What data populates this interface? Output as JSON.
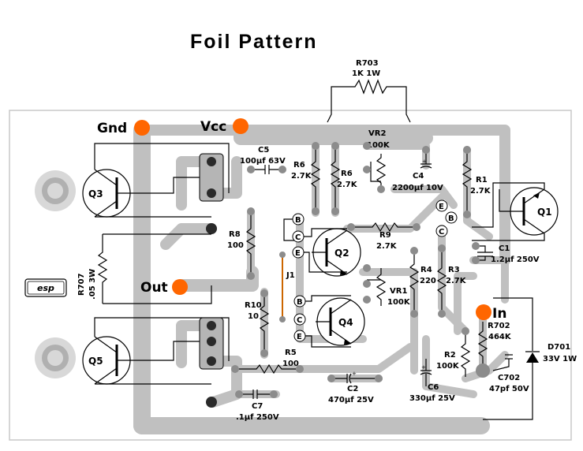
{
  "title": "Foil Pattern",
  "connectors": {
    "gnd": "Gnd",
    "vcc": "Vcc",
    "out": "Out",
    "in": "In"
  },
  "logo": "esp",
  "components": {
    "r703": {
      "ref": "R703",
      "value": "1K 1W"
    },
    "vr2": {
      "ref": "VR2",
      "value": "100K"
    },
    "c5": {
      "ref": "C5",
      "value": "100µf 63V"
    },
    "r6a": {
      "ref": "R6",
      "value": "2.7K"
    },
    "r6b": {
      "ref": "R6",
      "value": "2.7K"
    },
    "c4": {
      "ref": "C4",
      "value": "2200µf 10V"
    },
    "r1": {
      "ref": "R1",
      "value": "2.7K"
    },
    "q1": {
      "ref": "Q1"
    },
    "q2": {
      "ref": "Q2"
    },
    "q3": {
      "ref": "Q3"
    },
    "q4": {
      "ref": "Q4"
    },
    "q5": {
      "ref": "Q5"
    },
    "r8": {
      "ref": "R8",
      "value": "100"
    },
    "r9": {
      "ref": "R9",
      "value": "2.7K"
    },
    "c1": {
      "ref": "C1",
      "value": "1.2µf 250V"
    },
    "r707": {
      "ref": "R707",
      "value": ".05 3W"
    },
    "j1": {
      "ref": "J1"
    },
    "r4": {
      "ref": "R4",
      "value": "220"
    },
    "r3": {
      "ref": "R3",
      "value": "2.7K"
    },
    "vr1": {
      "ref": "VR1",
      "value": "100K"
    },
    "r10": {
      "ref": "R10",
      "value": "10"
    },
    "r702": {
      "ref": "R702",
      "value": "464K"
    },
    "d701": {
      "ref": "D701",
      "value": "33V 1W"
    },
    "r5": {
      "ref": "R5",
      "value": "100"
    },
    "r2": {
      "ref": "R2",
      "value": "100K"
    },
    "c702": {
      "ref": "C702",
      "value": "47pf 50V"
    },
    "c7": {
      "ref": "C7",
      "value": ".1µf 250V"
    },
    "c2": {
      "ref": "C2",
      "value": "470µf 25V"
    },
    "c6": {
      "ref": "C6",
      "value": "330µf 25V"
    }
  },
  "pins": {
    "b": "B",
    "c": "C",
    "e": "E"
  },
  "colors": {
    "trace": "#c0c0c0",
    "connector": "#ff6600",
    "jumper": "#cc6600",
    "board_outline": "#c8c8c8"
  }
}
